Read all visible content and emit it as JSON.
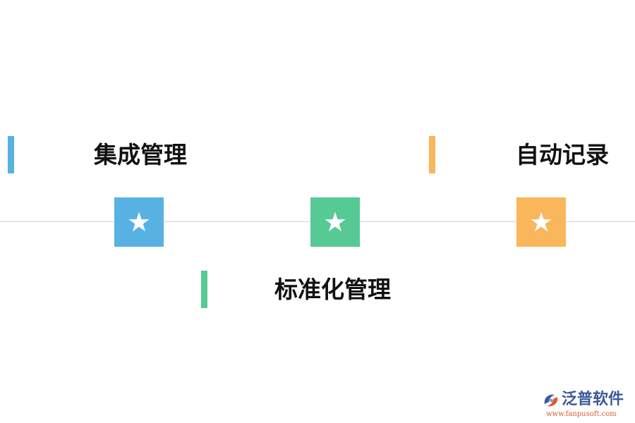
{
  "colors": {
    "blue": "#57b2e3",
    "green": "#57c995",
    "orange": "#f9b65a",
    "line": "#d6d6d6"
  },
  "items": [
    {
      "label": "集成管理",
      "color": "#57b2e3",
      "marker_icon": "star-icon"
    },
    {
      "label": "标准化管理",
      "color": "#57c995",
      "marker_icon": "star-icon"
    },
    {
      "label": "自动记录",
      "color": "#f9b65a",
      "marker_icon": "star-icon"
    }
  ],
  "marker_glyph": "★",
  "logo": {
    "name": "泛普软件",
    "url": "www.fanpusoft.com"
  }
}
